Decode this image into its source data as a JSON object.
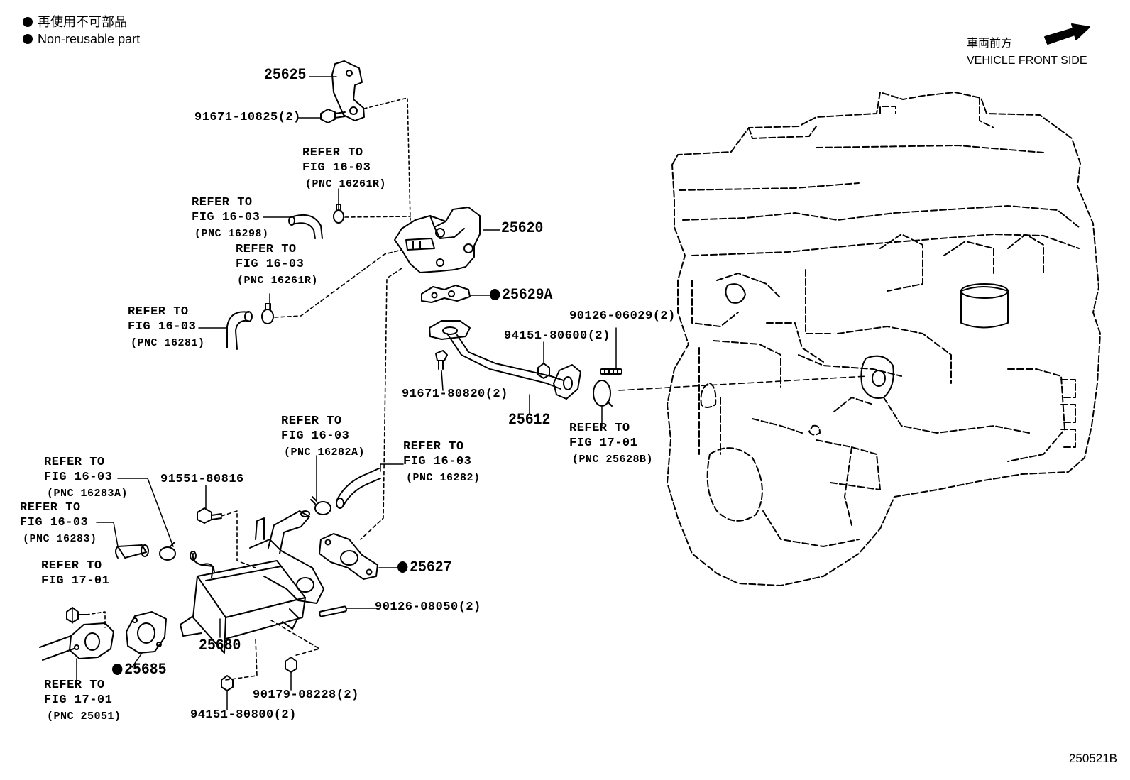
{
  "legend": {
    "jp": "再使用不可部品",
    "en": "Non-reusable part"
  },
  "front_indicator": {
    "jp": "車両前方",
    "en": "VEHICLE FRONT SIDE"
  },
  "figure_id": "250521B",
  "parts": {
    "p25625": "25625",
    "p91671_10825": "91671-10825(2)",
    "p25620": "25620",
    "p25629A": "25629A",
    "p90126_06029": "90126-06029(2)",
    "p94151_80600": "94151-80600(2)",
    "p91671_80820": "91671-80820(2)",
    "p25612": "25612",
    "p91551_80816": "91551-80816",
    "p25627": "25627",
    "p90126_08050": "90126-08050(2)",
    "p25680": "25680",
    "p25685": "25685",
    "p90179_08228": "90179-08228(2)",
    "p94151_80800": "94151-80800(2)"
  },
  "refs": {
    "r1": {
      "refer": "REFER TO",
      "fig": "FIG 16-03",
      "pnc": "(PNC 16261R)"
    },
    "r2": {
      "refer": "REFER TO",
      "fig": "FIG 16-03",
      "pnc": "(PNC 16298)"
    },
    "r3": {
      "refer": "REFER TO",
      "fig": "FIG 16-03",
      "pnc": "(PNC 16261R)"
    },
    "r4": {
      "refer": "REFER TO",
      "fig": "FIG 16-03",
      "pnc": "(PNC 16281)"
    },
    "r5": {
      "refer": "REFER TO",
      "fig": "FIG 17-01",
      "pnc": "(PNC 25628B)"
    },
    "r6": {
      "refer": "REFER TO",
      "fig": "FIG 16-03",
      "pnc": "(PNC 16282A)"
    },
    "r7": {
      "refer": "REFER TO",
      "fig": "FIG 16-03",
      "pnc": "(PNC 16282)"
    },
    "r8": {
      "refer": "REFER TO",
      "fig": "FIG 16-03",
      "pnc": "(PNC 16283A)"
    },
    "r9": {
      "refer": "REFER TO",
      "fig": "FIG 16-03",
      "pnc": "(PNC 16283)"
    },
    "r10": {
      "refer": "REFER TO",
      "fig": "FIG 17-01"
    },
    "r11": {
      "refer": "REFER TO",
      "fig": "FIG 17-01",
      "pnc": "(PNC 25051)"
    }
  }
}
